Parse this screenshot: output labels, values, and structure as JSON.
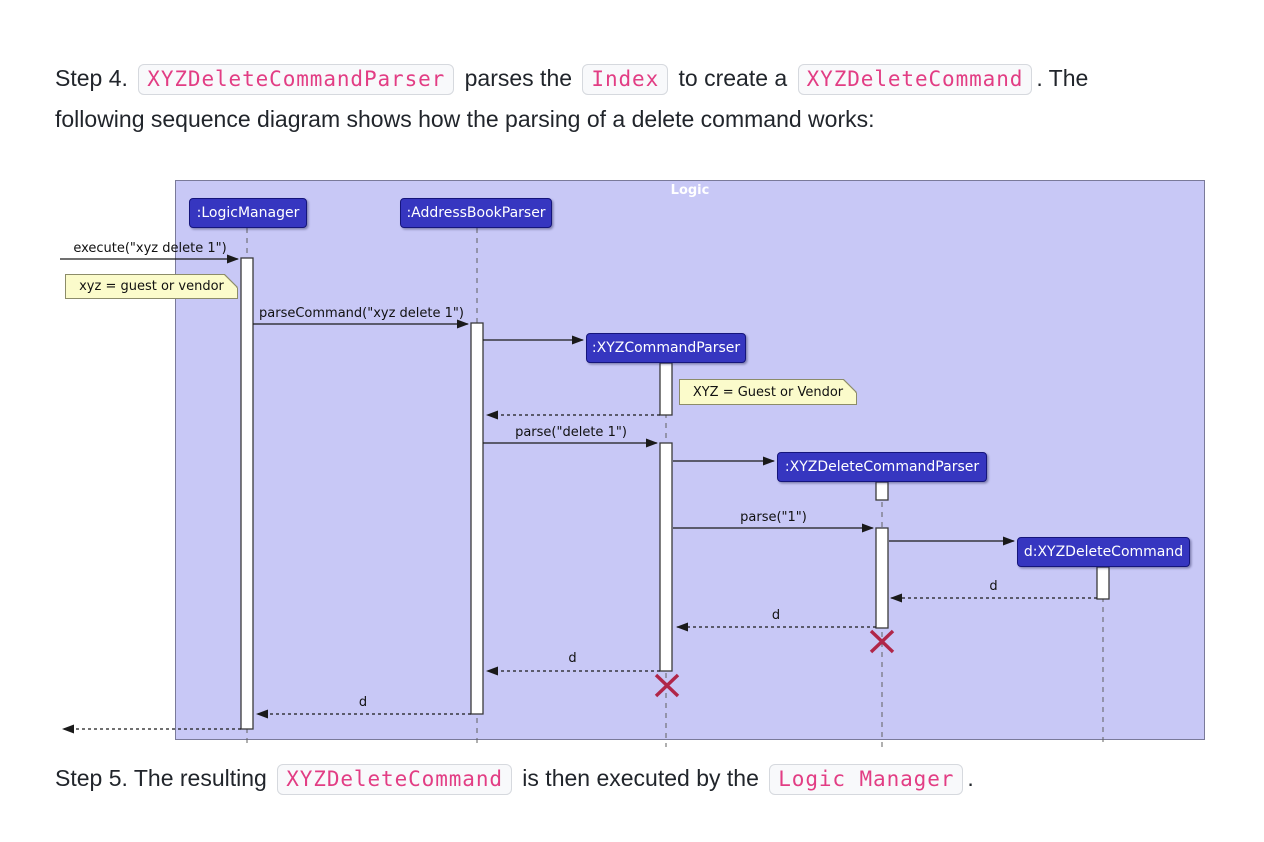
{
  "colors": {
    "frame_fill": "#c8c8f6",
    "frame_border": "#7a7a99",
    "participant_fill": "#3636c0",
    "participant_border": "#15157b",
    "note_fill": "#fbfbcb",
    "note_border": "#8c8c69",
    "destroy_x": "#b02649",
    "code_pink": "#e23d84",
    "arrow": "#1a1a1a"
  },
  "step4": {
    "prefix": "Step 4. ",
    "code1": "XYZDeleteCommandParser",
    "mid1": " parses the ",
    "code2": "Index",
    "mid2": " to create a ",
    "code3": "XYZDeleteCommand",
    "suffix_line1": ". The",
    "suffix_line2": "following sequence diagram shows how the parsing of a delete command works:"
  },
  "step5": {
    "prefix": "Step 5. The resulting ",
    "code1": "XYZDeleteCommand",
    "mid1": " is then executed by the ",
    "code2": "Logic Manager",
    "suffix": "."
  },
  "diagram": {
    "frame_title": "Logic",
    "participants": [
      {
        "label": ":LogicManager"
      },
      {
        "label": ":AddressBookParser"
      },
      {
        "label": ":XYZCommandParser"
      },
      {
        "label": ":XYZDeleteCommandParser"
      },
      {
        "label": "d:XYZDeleteCommand"
      }
    ],
    "notes": [
      {
        "label": "xyz = guest or vendor"
      },
      {
        "label": "XYZ = Guest or Vendor"
      }
    ],
    "messages": [
      {
        "label": "execute(\"xyz delete 1\")",
        "type": "call"
      },
      {
        "label": "parseCommand(\"xyz delete 1\")",
        "type": "call"
      },
      {
        "label": "parse(\"delete 1\")",
        "type": "call"
      },
      {
        "label": "parse(\"1\")",
        "type": "call"
      },
      {
        "label": "d",
        "type": "return"
      },
      {
        "label": "d",
        "type": "return"
      },
      {
        "label": "d",
        "type": "return"
      },
      {
        "label": "d",
        "type": "return"
      }
    ]
  }
}
